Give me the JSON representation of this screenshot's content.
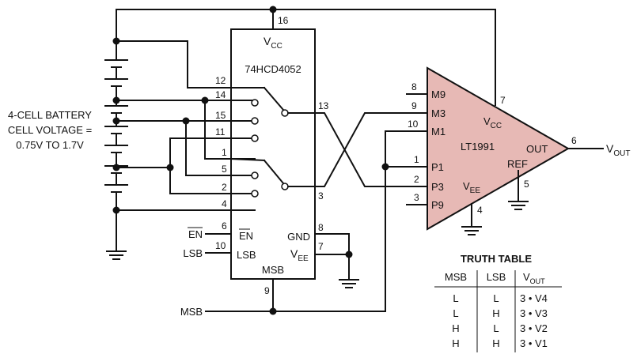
{
  "battery": {
    "label_line1": "4-CELL BATTERY",
    "label_line2": "CELL VOLTAGE =",
    "label_line3": "0.75V TO 1.7V"
  },
  "mux": {
    "part": "74HCD4052",
    "vcc": "V",
    "vcc_sub": "CC",
    "gnd": "GND",
    "vee": "V",
    "vee_sub": "EE",
    "en": "EN",
    "lsb": "LSB",
    "msb": "MSB",
    "pins": {
      "p16": "16",
      "p12": "12",
      "p14": "14",
      "p15": "15",
      "p11": "11",
      "p1": "1",
      "p5": "5",
      "p2": "2",
      "p4": "4",
      "p6": "6",
      "p10": "10",
      "p13": "13",
      "p3": "3",
      "p8": "8",
      "p7": "7",
      "p9": "9"
    }
  },
  "inputs": {
    "en": "EN",
    "lsb": "LSB",
    "msb": "MSB"
  },
  "amp": {
    "part": "LT1991",
    "m9": "M9",
    "m3": "M3",
    "m1": "M1",
    "p1": "P1",
    "p3": "P3",
    "p9": "P9",
    "vcc": "V",
    "vcc_sub": "CC",
    "vee": "V",
    "vee_sub": "EE",
    "out": "OUT",
    "ref": "REF",
    "pins": {
      "p8": "8",
      "p9": "9",
      "p10": "10",
      "p1": "1",
      "p2": "2",
      "p3": "3",
      "p7": "7",
      "p6": "6",
      "p5": "5",
      "p4": "4"
    },
    "fill": "#e7b9b5"
  },
  "output": {
    "label": "V",
    "sub": "OUT"
  },
  "truth_table": {
    "title": "TRUTH TABLE",
    "headers": [
      "MSB",
      "LSB",
      "V"
    ],
    "header_vout_sub": "OUT",
    "rows": [
      [
        "L",
        "L",
        "3 • V4"
      ],
      [
        "L",
        "H",
        "3 • V3"
      ],
      [
        "H",
        "L",
        "3 • V2"
      ],
      [
        "H",
        "H",
        "3 • V1"
      ]
    ]
  }
}
